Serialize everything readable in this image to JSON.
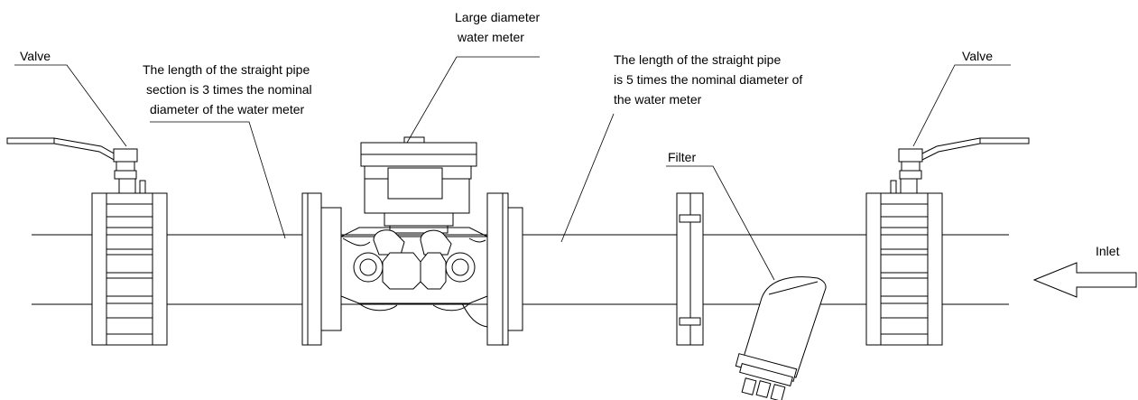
{
  "labels": {
    "valve_left": "Valve",
    "valve_right": "Valve",
    "meter": [
      "Large diameter",
      "water meter"
    ],
    "straight_left": [
      "The length of the straight pipe",
      "section is 3 times the nominal",
      "diameter of the water meter"
    ],
    "straight_right": [
      "The length of the straight pipe",
      "is 5 times the nominal diameter of",
      "the water meter"
    ],
    "filter": "Filter",
    "inlet": "Inlet"
  }
}
